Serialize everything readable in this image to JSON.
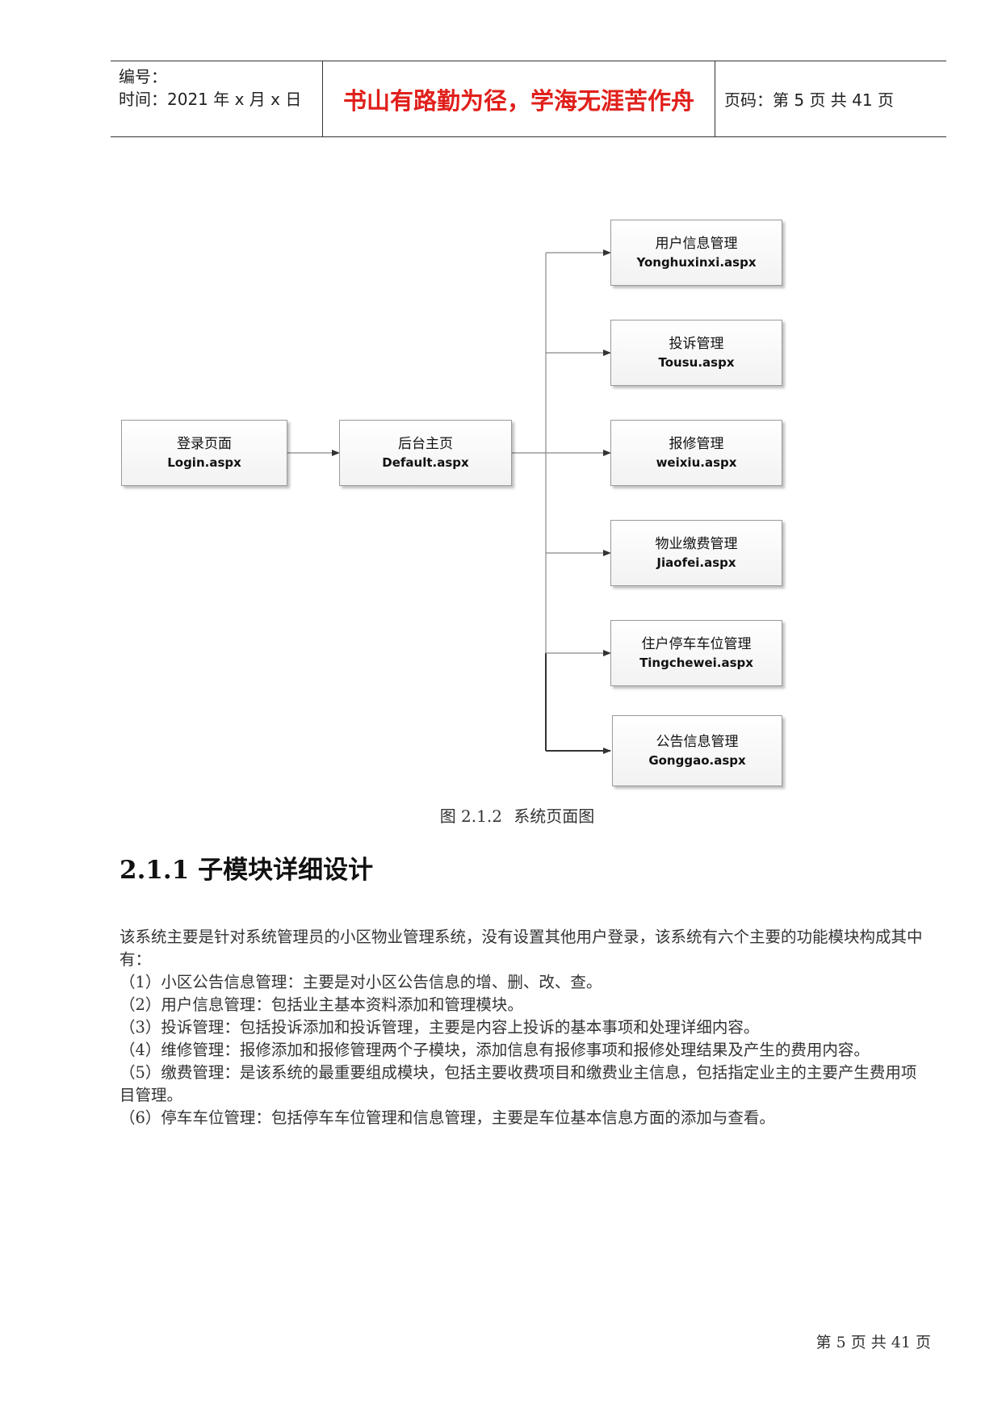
{
  "header": {
    "number_label": "编号：",
    "time_label": "时间：2021 年 x 月 x 日",
    "motto": "书山有路勤为径，学海无涯苦作舟",
    "page_label": "页码：第 5 页  共 41 页"
  },
  "diagram": {
    "root": {
      "zh": "登录页面",
      "en": "Login.aspx"
    },
    "middle": {
      "zh": "后台主页",
      "en": "Default.aspx"
    },
    "children": [
      {
        "zh": "用户信息管理",
        "en": "Yonghuxinxi.aspx"
      },
      {
        "zh": "投诉管理",
        "en": "Tousu.aspx"
      },
      {
        "zh": "报修管理",
        "en": "weixiu.aspx"
      },
      {
        "zh": "物业缴费管理",
        "en": "Jiaofei.aspx"
      },
      {
        "zh": "住户停车车位管理",
        "en": "Tingchewei.aspx"
      },
      {
        "zh": "公告信息管理",
        "en": "Gonggao.aspx"
      }
    ],
    "caption_num": "图 2.1.2",
    "caption_text": "系统页面图"
  },
  "section": {
    "title": "2.1.1 子模块详细设计"
  },
  "body": {
    "intro": "该系统主要是针对系统管理员的小区物业管理系统，没有设置其他用户登录，该系统有六个主要的功能模块构成其中有：",
    "items": [
      "（1）小区公告信息管理：主要是对小区公告信息的增、删、改、查。",
      "（2）用户信息管理：包括业主基本资料添加和管理模块。",
      "（3）投诉管理：包括投诉添加和投诉管理，主要是内容上投诉的基本事项和处理详细内容。",
      "（4）维修管理：报修添加和报修管理两个子模块，添加信息有报修事项和报修处理结果及产生的费用内容。",
      "（5）缴费管理：是该系统的最重要组成模块，包括主要收费项目和缴费业主信息，包括指定业主的主要产生费用项目管理。",
      "（6）停车车位管理：包括停车车位管理和信息管理，主要是车位基本信息方面的添加与查看。"
    ]
  },
  "footer": {
    "page_text": "第 5 页 共 41 页"
  }
}
